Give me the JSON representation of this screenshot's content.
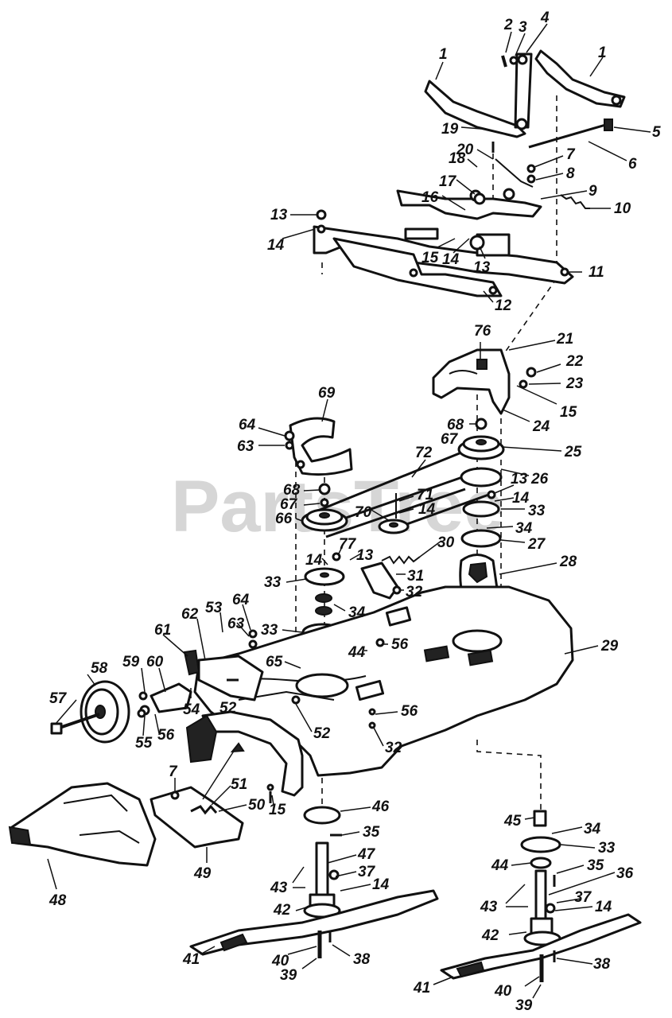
{
  "watermark": "PartsTree",
  "callouts": [
    {
      "id": "c1a",
      "text": "1"
    },
    {
      "id": "c2",
      "text": "2"
    },
    {
      "id": "c3",
      "text": "3"
    },
    {
      "id": "c4",
      "text": "4"
    },
    {
      "id": "c1b",
      "text": "1"
    },
    {
      "id": "c5",
      "text": "5"
    },
    {
      "id": "c19",
      "text": "19"
    },
    {
      "id": "c20",
      "text": "20"
    },
    {
      "id": "c6",
      "text": "6"
    },
    {
      "id": "c18",
      "text": "18"
    },
    {
      "id": "c7a",
      "text": "7"
    },
    {
      "id": "c8",
      "text": "8"
    },
    {
      "id": "c17",
      "text": "17"
    },
    {
      "id": "c9",
      "text": "9"
    },
    {
      "id": "c16",
      "text": "16"
    },
    {
      "id": "c10",
      "text": "10"
    },
    {
      "id": "c13a",
      "text": "13"
    },
    {
      "id": "c14a",
      "text": "14"
    },
    {
      "id": "c15a",
      "text": "15"
    },
    {
      "id": "c14b",
      "text": "14"
    },
    {
      "id": "c13b",
      "text": "13"
    },
    {
      "id": "c11",
      "text": "11"
    },
    {
      "id": "c12",
      "text": "12"
    },
    {
      "id": "c76",
      "text": "76"
    },
    {
      "id": "c21",
      "text": "21"
    },
    {
      "id": "c22",
      "text": "22"
    },
    {
      "id": "c23",
      "text": "23"
    },
    {
      "id": "c15b",
      "text": "15"
    },
    {
      "id": "c24",
      "text": "24"
    },
    {
      "id": "c69",
      "text": "69"
    },
    {
      "id": "c64a",
      "text": "64"
    },
    {
      "id": "c63a",
      "text": "63"
    },
    {
      "id": "c68a",
      "text": "68"
    },
    {
      "id": "c67a",
      "text": "67"
    },
    {
      "id": "c25",
      "text": "25"
    },
    {
      "id": "c72",
      "text": "72"
    },
    {
      "id": "c26",
      "text": "26"
    },
    {
      "id": "c68b",
      "text": "68"
    },
    {
      "id": "c67b",
      "text": "67"
    },
    {
      "id": "c66",
      "text": "66"
    },
    {
      "id": "c71",
      "text": "71"
    },
    {
      "id": "c14c",
      "text": "14"
    },
    {
      "id": "c70",
      "text": "70"
    },
    {
      "id": "c13c",
      "text": "13"
    },
    {
      "id": "c14d",
      "text": "14"
    },
    {
      "id": "c33a",
      "text": "33"
    },
    {
      "id": "c34a",
      "text": "34"
    },
    {
      "id": "c27",
      "text": "27"
    },
    {
      "id": "c77",
      "text": "77"
    },
    {
      "id": "c13d",
      "text": "13"
    },
    {
      "id": "c30",
      "text": "30"
    },
    {
      "id": "c14e",
      "text": "14"
    },
    {
      "id": "c31",
      "text": "31"
    },
    {
      "id": "c28",
      "text": "28"
    },
    {
      "id": "c33b",
      "text": "33"
    },
    {
      "id": "c32a",
      "text": "32"
    },
    {
      "id": "c34b",
      "text": "34"
    },
    {
      "id": "c62",
      "text": "62"
    },
    {
      "id": "c53",
      "text": "53"
    },
    {
      "id": "c64b",
      "text": "64"
    },
    {
      "id": "c61",
      "text": "61"
    },
    {
      "id": "c63b",
      "text": "63"
    },
    {
      "id": "c33c",
      "text": "33"
    },
    {
      "id": "c44a",
      "text": "44"
    },
    {
      "id": "c56a",
      "text": "56"
    },
    {
      "id": "c29",
      "text": "29"
    },
    {
      "id": "c65",
      "text": "65"
    },
    {
      "id": "c58",
      "text": "58"
    },
    {
      "id": "c59",
      "text": "59"
    },
    {
      "id": "c60",
      "text": "60"
    },
    {
      "id": "c57",
      "text": "57"
    },
    {
      "id": "c54",
      "text": "54"
    },
    {
      "id": "c52a",
      "text": "52"
    },
    {
      "id": "c52b",
      "text": "52"
    },
    {
      "id": "c55",
      "text": "55"
    },
    {
      "id": "c56b",
      "text": "56"
    },
    {
      "id": "c56c",
      "text": "56"
    },
    {
      "id": "c32b",
      "text": "32"
    },
    {
      "id": "c7b",
      "text": "7"
    },
    {
      "id": "c51",
      "text": "51"
    },
    {
      "id": "c50",
      "text": "50"
    },
    {
      "id": "c15c",
      "text": "15"
    },
    {
      "id": "c46",
      "text": "46"
    },
    {
      "id": "c35a",
      "text": "35"
    },
    {
      "id": "c45",
      "text": "45"
    },
    {
      "id": "c34c",
      "text": "34"
    },
    {
      "id": "c33d",
      "text": "33"
    },
    {
      "id": "c49",
      "text": "49"
    },
    {
      "id": "c47",
      "text": "47"
    },
    {
      "id": "c44b",
      "text": "44"
    },
    {
      "id": "c35b",
      "text": "35"
    },
    {
      "id": "c48",
      "text": "48"
    },
    {
      "id": "c43a",
      "text": "43"
    },
    {
      "id": "c37a",
      "text": "37"
    },
    {
      "id": "c36",
      "text": "36"
    },
    {
      "id": "c14f",
      "text": "14"
    },
    {
      "id": "c42a",
      "text": "42"
    },
    {
      "id": "c43b",
      "text": "43"
    },
    {
      "id": "c37b",
      "text": "37"
    },
    {
      "id": "c14g",
      "text": "14"
    },
    {
      "id": "c42b",
      "text": "42"
    },
    {
      "id": "c41a",
      "text": "41"
    },
    {
      "id": "c40a",
      "text": "40"
    },
    {
      "id": "c38a",
      "text": "38"
    },
    {
      "id": "c39a",
      "text": "39"
    },
    {
      "id": "c41b",
      "text": "41"
    },
    {
      "id": "c40b",
      "text": "40"
    },
    {
      "id": "c38b",
      "text": "38"
    },
    {
      "id": "c39b",
      "text": "39"
    }
  ]
}
